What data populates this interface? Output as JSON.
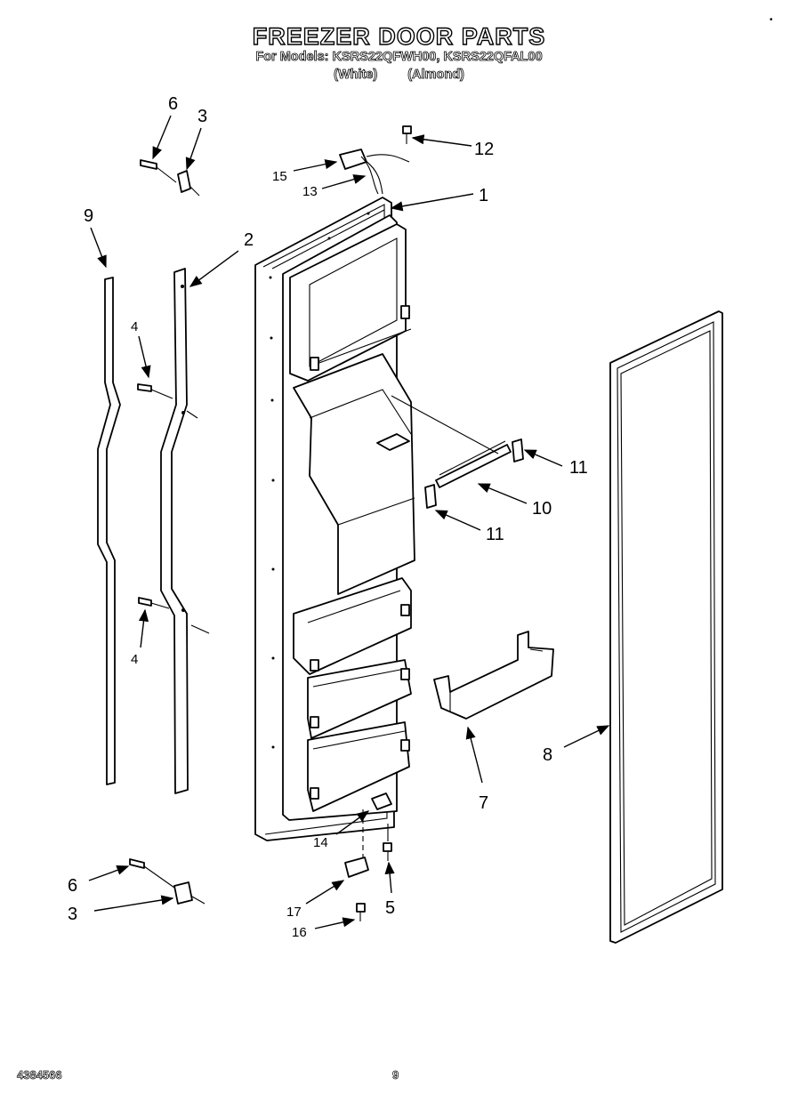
{
  "header": {
    "title": "FREEZER DOOR PARTS",
    "models": "For Models: KSRS22QFWH00, KSRS22QFAL00",
    "variant_white": "(White)",
    "variant_almond": "(Almond)"
  },
  "footer": {
    "doc_number": "4384566",
    "page": "9"
  },
  "corner_mark": "•",
  "callouts": {
    "c1": "1",
    "c2": "2",
    "c3a": "3",
    "c3b": "3",
    "c4a": "4",
    "c4b": "4",
    "c5": "5",
    "c6a": "6",
    "c6b": "6",
    "c7": "7",
    "c8": "8",
    "c9": "9",
    "c10": "10",
    "c11a": "11",
    "c11b": "11",
    "c12": "12",
    "c13": "13",
    "c14": "14",
    "c15": "15",
    "c16": "16",
    "c17": "17"
  }
}
